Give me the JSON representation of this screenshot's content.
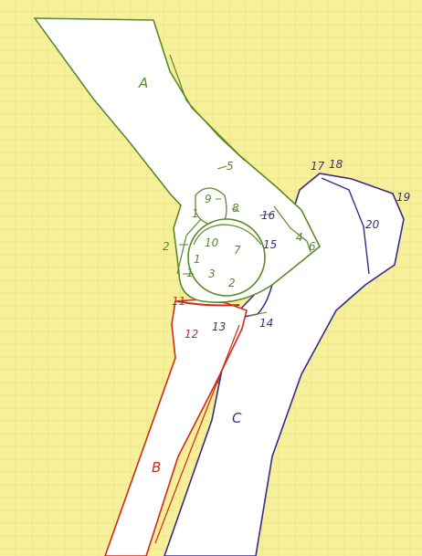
{
  "colors": {
    "background": "#f7f09a",
    "bone_fill": "#ffffff",
    "humerus_line": "#5a8a2a",
    "radius_line": "#d02a1a",
    "ulna_line": "#3a2a8a"
  },
  "bones": {
    "humerus": "A",
    "radius": "B",
    "ulna": "C"
  },
  "labels": {
    "green": [
      "1",
      "1",
      "1",
      "2",
      "2",
      "3",
      "4",
      "5",
      "6",
      "7",
      "8",
      "9",
      "10"
    ],
    "red": [
      "11",
      "12"
    ],
    "purple": [
      "13",
      "14",
      "15",
      "16",
      "17",
      "18",
      "19",
      "20"
    ]
  }
}
